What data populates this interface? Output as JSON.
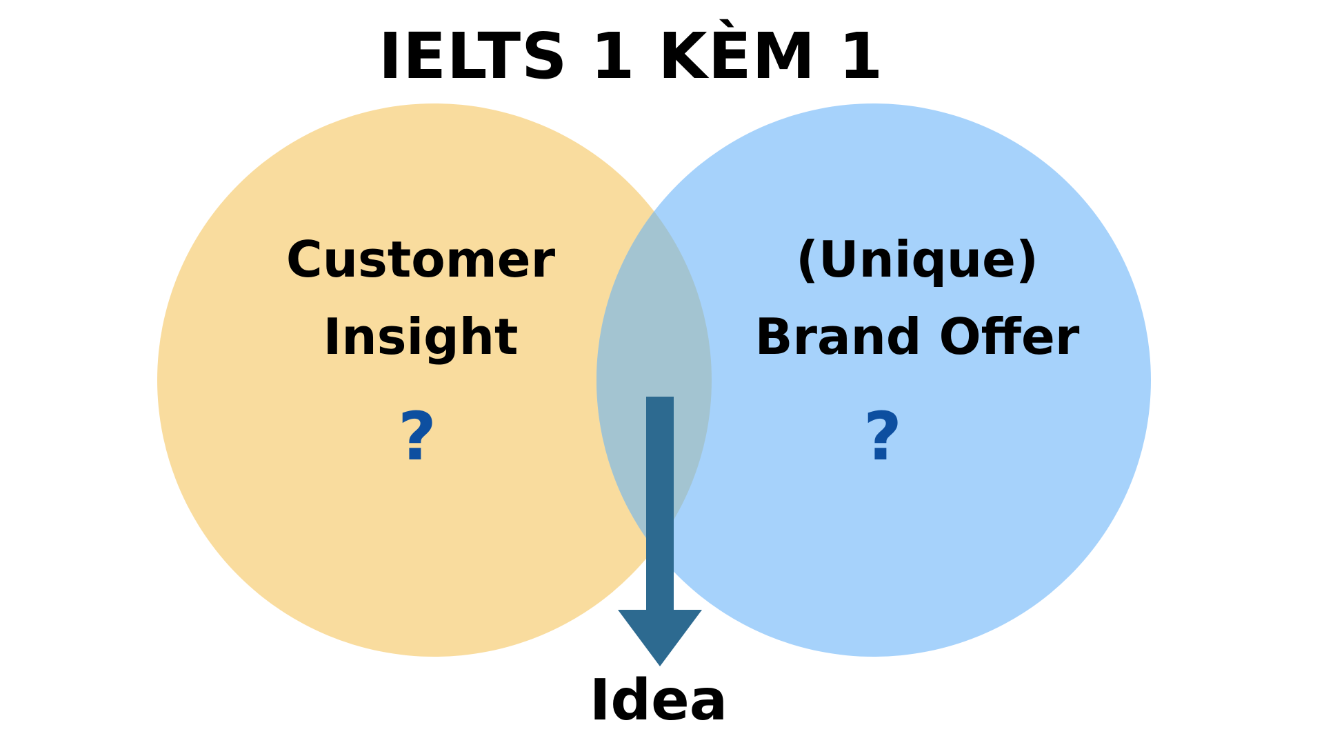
{
  "title": "IELTS 1 KÈM 1",
  "left_circle": {
    "line1": "Customer",
    "line2": "Insight",
    "question": "?",
    "color": "#f9dc9e"
  },
  "right_circle": {
    "line1": "(Unique)",
    "line2": "Brand Offer",
    "question": "?",
    "color": "#a6d2fb"
  },
  "overlap_color": "#a3c4d1",
  "arrow_color": "#2d6a90",
  "question_color": "#0d4fa0",
  "result": "Idea"
}
